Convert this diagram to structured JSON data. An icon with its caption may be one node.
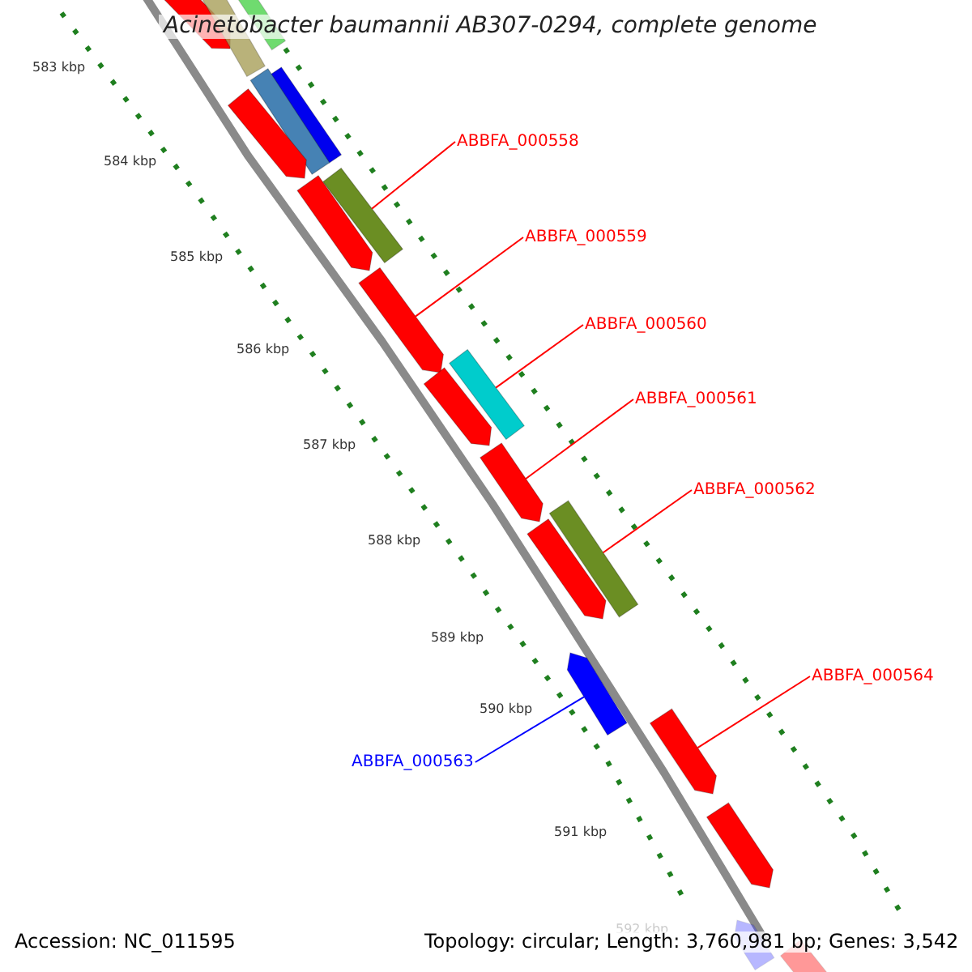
{
  "diagram": {
    "title": "Acinetobacter baumannii AB307-0294, complete genome",
    "nodes": [
      {
        "text": [
          "ABBFA_000558"
        ]
      },
      {
        "text": [
          "ABBFA_000559"
        ]
      },
      {
        "text": [
          "ABBFA_000560"
        ]
      },
      {
        "text": [
          "ABBFA_000561"
        ]
      },
      {
        "text": [
          "ABBFA_000562"
        ]
      },
      {
        "text": [
          "ABBFA_000564"
        ]
      },
      {
        "text": [
          "ABBFA_000563"
        ]
      },
      {
        "text": [],
        "shape": "bar"
      },
      {
        "text": [],
        "shape": "bar"
      },
      {
        "text": [],
        "shape": "bar"
      },
      {
        "text": [],
        "shape": "bar"
      },
      {
        "text": [],
        "shape": "bar"
      },
      {
        "text": [],
        "shape": "bar"
      },
      {
        "text": [],
        "shape": "bar"
      },
      {
        "text": [],
        "shape": "bar"
      },
      {
        "text": [],
        "shape": "bar"
      },
      {
        "text": [],
        "shape": "bar"
      },
      {
        "text": [],
        "shape": "bar"
      },
      {
        "text": [],
        "shape": "bar"
      },
      {
        "text": [],
        "shape": "bar"
      },
      {
        "text": [],
        "shape": "bar"
      },
      {
        "text": [],
        "shape": "bar"
      },
      {
        "text": [],
        "shape": "bar"
      },
      {
        "text": [],
        "shape": "bar"
      },
      {
        "text": [],
        "shape": "bar"
      },
      {
        "text": [],
        "shape": "bar"
      }
    ],
    "edges": [
      {
        "from": 0,
        "to": 13,
        "arrow": "none"
      },
      {
        "from": 1,
        "to": 15,
        "arrow": "none"
      },
      {
        "from": 2,
        "to": 16,
        "arrow": "none"
      },
      {
        "from": 3,
        "to": 18,
        "arrow": "none"
      },
      {
        "from": 4,
        "to": 19,
        "arrow": "none"
      },
      {
        "from": 5,
        "to": 22,
        "arrow": "none"
      },
      {
        "from": 6,
        "to": 21,
        "arrow": "none",
        "color": "#0000ff"
      }
    ],
    "labels": [
      "583 kbp",
      "584 kbp",
      "585 kbp",
      "586 kbp",
      "587 kbp",
      "588 kbp",
      "589 kbp",
      "590 kbp",
      "591 kbp",
      "592 kbp",
      "Accession: NC_011595",
      "Topology: circular; Length: 3,760,981 bp; Genes: 3,542"
    ]
  }
}
